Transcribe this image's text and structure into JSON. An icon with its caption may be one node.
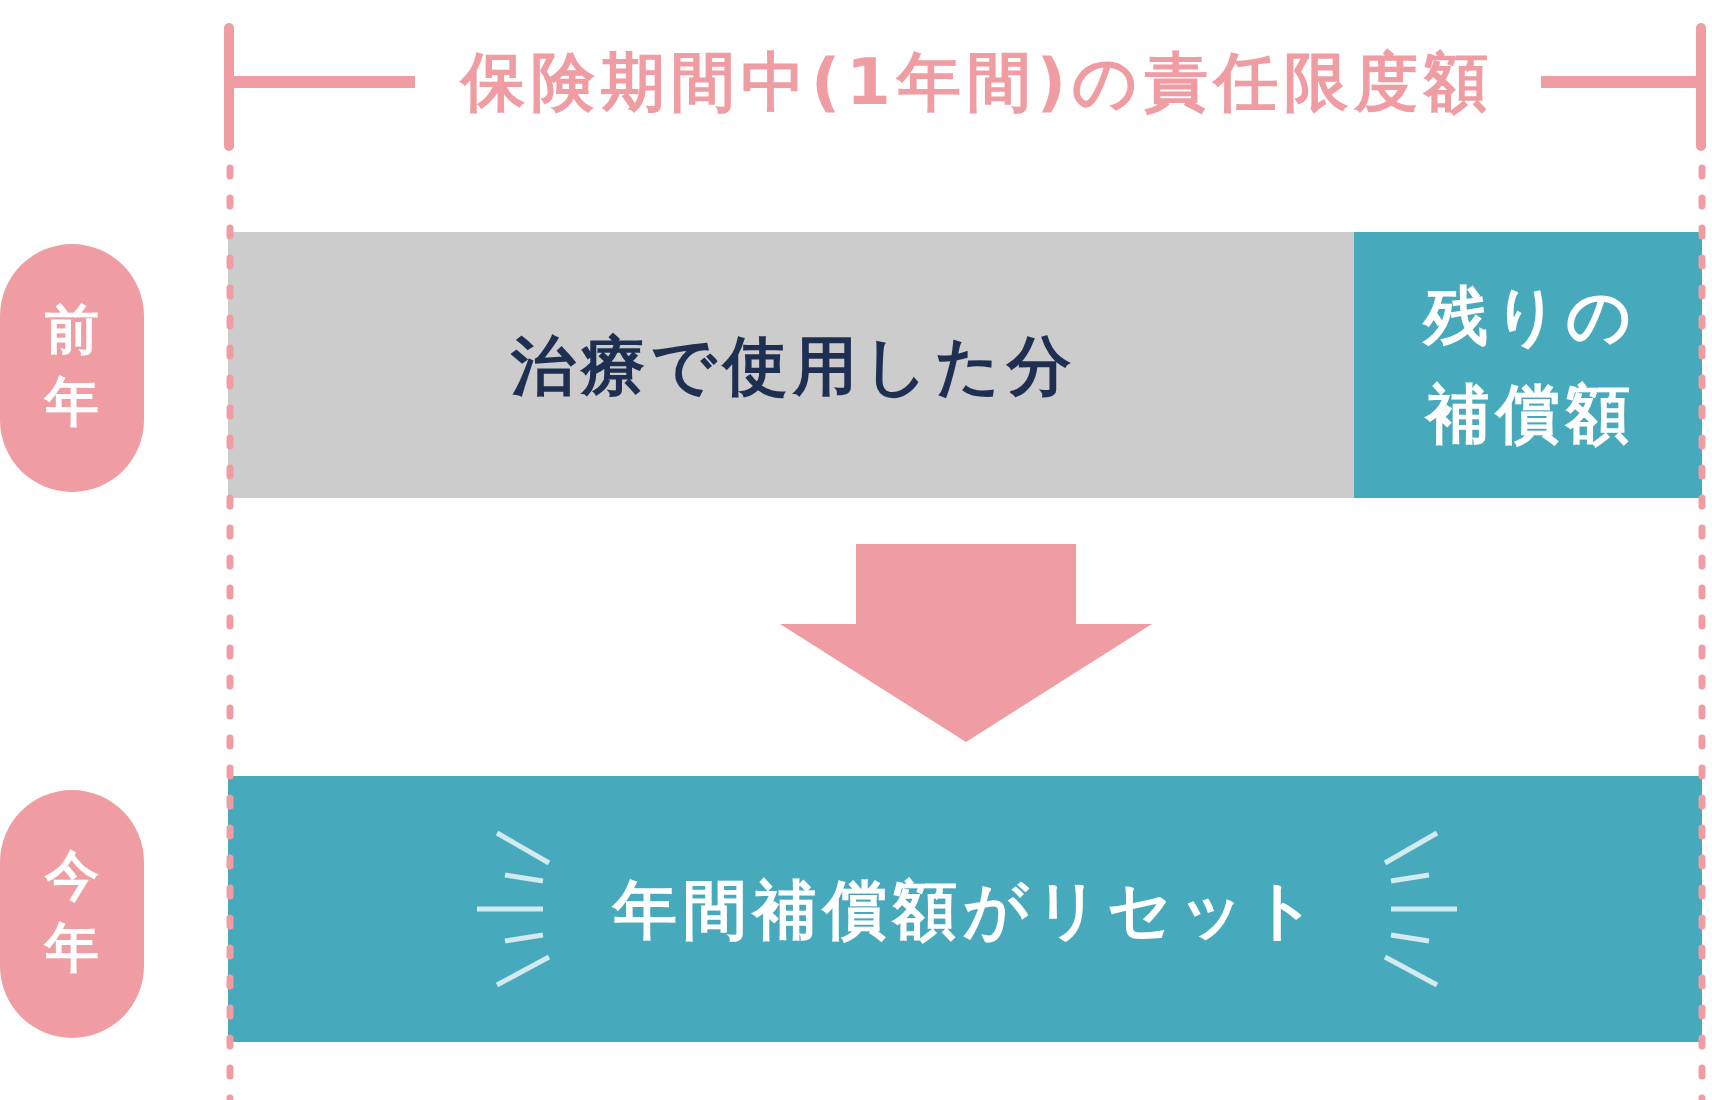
{
  "diagram": {
    "title": "保険期間中(1年間)の責任限度額",
    "nodes": [
      {
        "text": [
          "前年"
        ]
      },
      {
        "text": [
          "治療で使用した分"
        ]
      },
      {
        "text": [
          "残りの補償額"
        ]
      },
      {
        "text": [
          "今年"
        ]
      },
      {
        "text": [
          "年間補償額がリセット"
        ]
      }
    ],
    "edges": [
      {
        "from": 1,
        "to": 4,
        "arrow": "to"
      }
    ]
  }
}
